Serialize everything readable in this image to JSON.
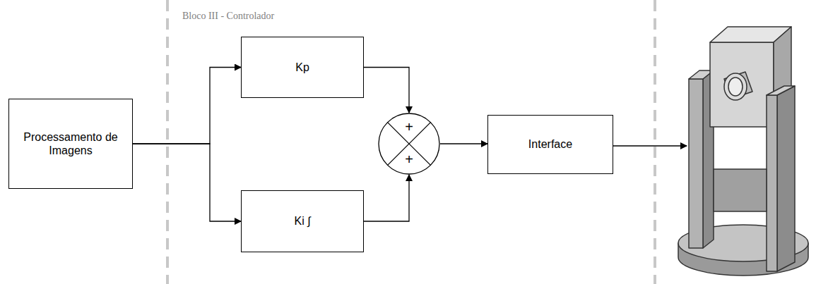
{
  "diagram": {
    "nodes": [
      {
        "text": [
          "Processamento de Imagens"
        ]
      },
      {
        "text": [
          "Kp"
        ]
      },
      {
        "text": [
          "Ki ∫"
        ]
      },
      {
        "text": [
          "+",
          "+"
        ]
      },
      {
        "text": [
          "Interface"
        ]
      }
    ],
    "edges": [
      {
        "from": 0,
        "to": 1,
        "arrow": "to"
      },
      {
        "from": 0,
        "to": 2,
        "arrow": "to"
      },
      {
        "from": 1,
        "to": 3,
        "arrow": "to"
      },
      {
        "from": 2,
        "to": 3,
        "arrow": "to"
      },
      {
        "from": 3,
        "to": 4,
        "arrow": "to"
      }
    ],
    "labels": [
      "Bloco III - Controlador"
    ]
  }
}
